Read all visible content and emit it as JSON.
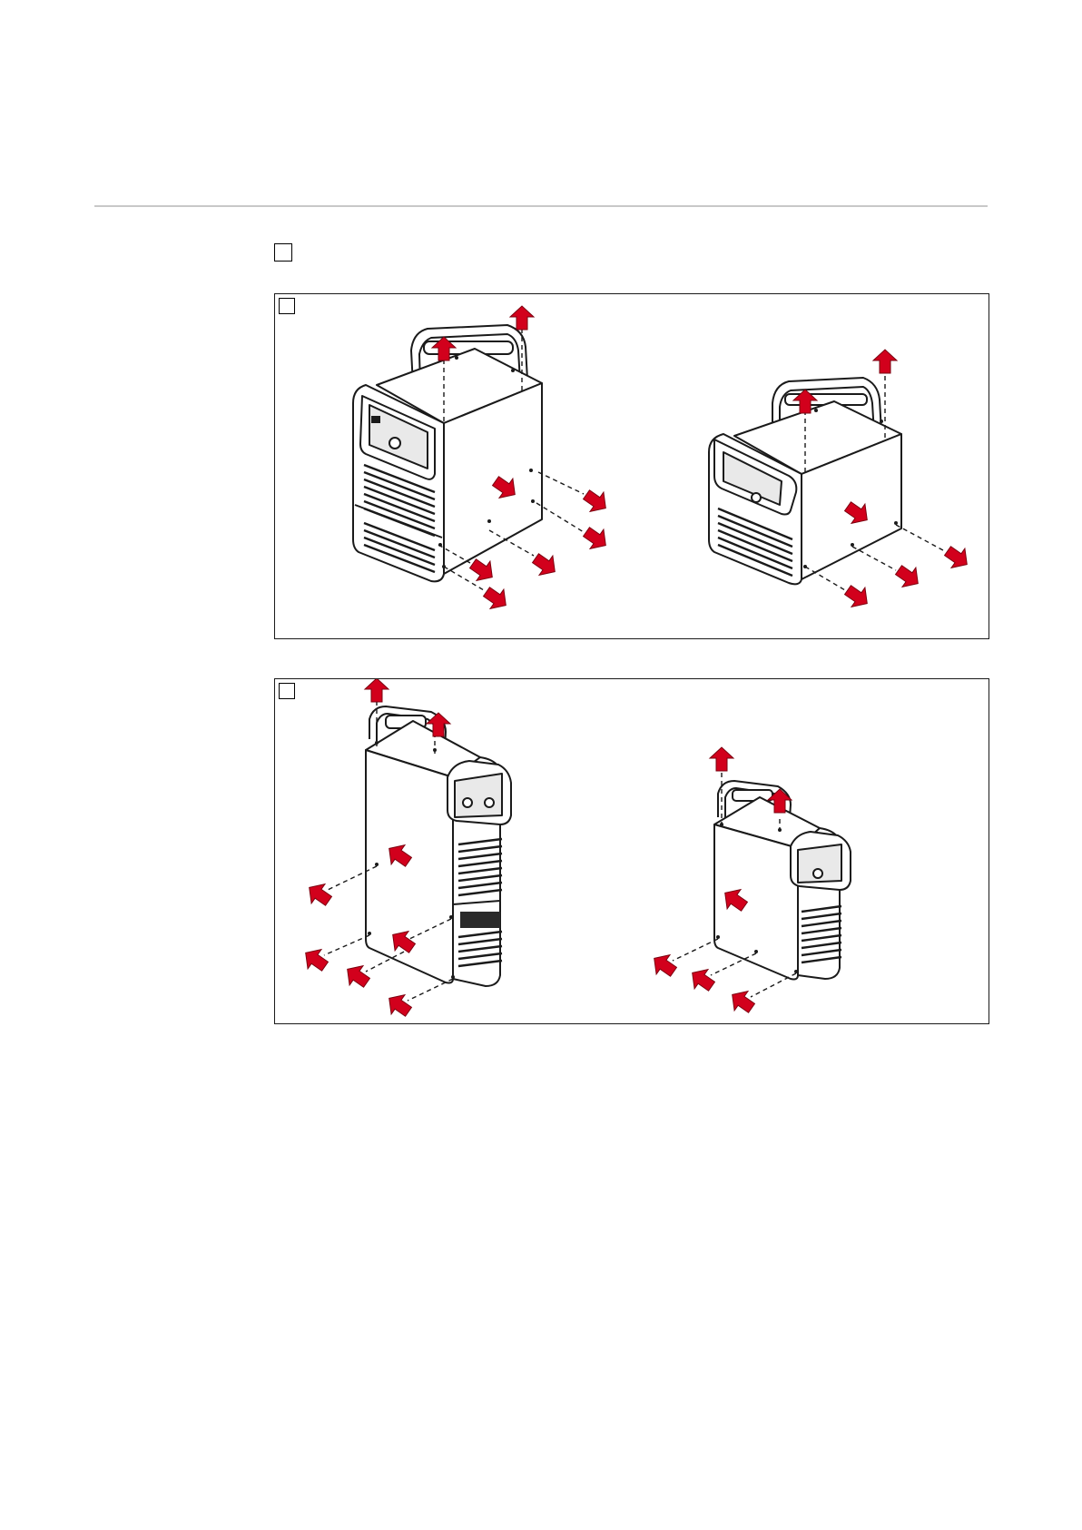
{
  "document": {
    "colors": {
      "rule": "#c8c8c8",
      "outline": "#1a1a1a",
      "arrow": "#d2001c",
      "device_body": "#ffffff",
      "grille": "#2a2a2a"
    },
    "icons": {
      "step_checkbox": "empty-square",
      "arrow": "red-direction-arrow"
    },
    "figures": [
      {
        "name": "remove-side-panel-right",
        "devices": [
          "large-device-with-cooling-unit",
          "compact-device"
        ]
      },
      {
        "name": "remove-side-panel-left",
        "devices": [
          "large-device-with-cooling-unit",
          "compact-device"
        ]
      }
    ]
  }
}
